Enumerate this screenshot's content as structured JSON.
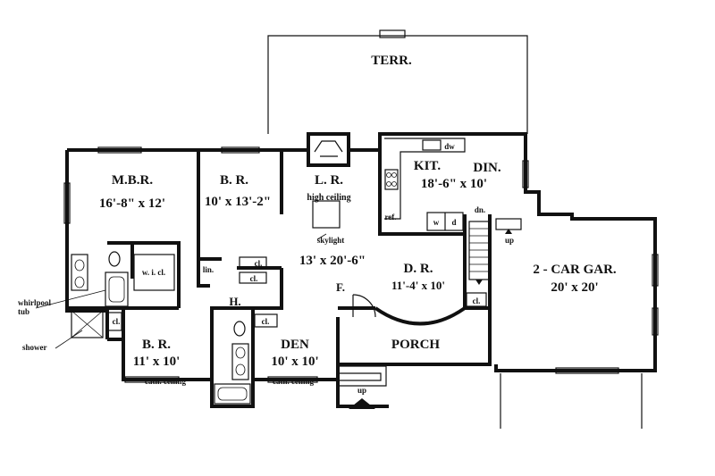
{
  "rooms": {
    "terrace": "TERR.",
    "master_bedroom": {
      "name": "M.B.R.",
      "size": "16'-8\" x 12'"
    },
    "bedroom_2": {
      "name": "B. R.",
      "size": "10' x 13'-2\""
    },
    "living_room": {
      "name": "L. R.",
      "note": "high ceiling",
      "skylight": "skylight",
      "size": "13' x 20'-6\""
    },
    "kitchen": {
      "name": "KIT.",
      "size": "18'-6\" x 10'"
    },
    "dining": {
      "name": "DIN."
    },
    "dining_room": {
      "name": "D. R.",
      "size": "11'-4' x 10'"
    },
    "garage": {
      "name": "2 - CAR GAR.",
      "size": "20' x 20'"
    },
    "bedroom_3": {
      "name": "B. R.",
      "size": "11' x 10'",
      "note": "cath. ceiling"
    },
    "den": {
      "name": "DEN",
      "size": "10' x 10'",
      "note": "cath. ceiling"
    },
    "porch": "PORCH",
    "hall": "H.",
    "foyer": "F."
  },
  "fixtures": {
    "dishwasher": "dw",
    "refrigerator": "ref.",
    "washer": "w",
    "dryer": "d",
    "down": "dn.",
    "up_garage": "up",
    "up_porch": "up",
    "walk_in_closet": "w. i. cl.",
    "linen": "lin.",
    "closet": "cl."
  },
  "callouts": {
    "whirlpool": "whirlpool",
    "tub": "tub",
    "shower": "shower"
  }
}
